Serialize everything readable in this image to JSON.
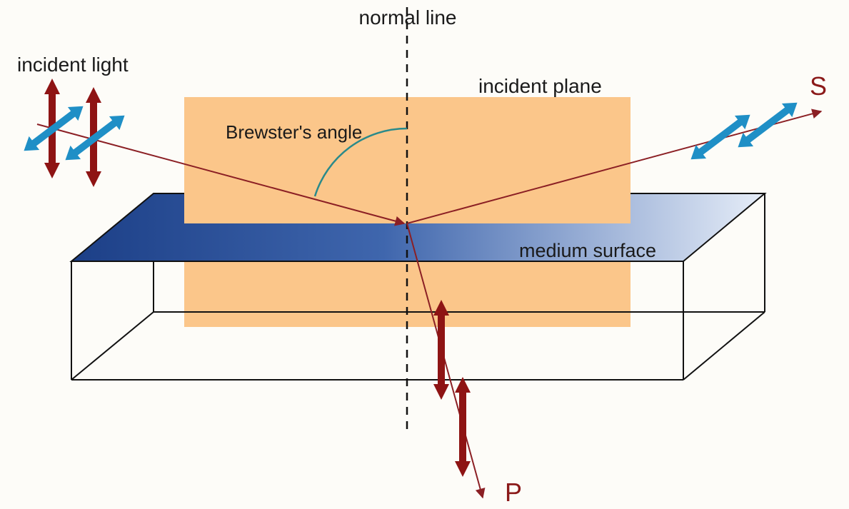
{
  "labels": {
    "normal_line": "normal line",
    "incident_light": "incident light",
    "incident_plane": "incident plane",
    "brewster_angle": "Brewster's angle",
    "medium_surface": "medium surface",
    "s_label": "S",
    "p_label": "P"
  },
  "colors": {
    "plane_fill": "#fbc68a",
    "surface_dark": "#1c3f87",
    "surface_light": "#e6edf8",
    "ray": "#8b1f24",
    "red_arrow": "#8e1414",
    "blue_arrow": "#1f8fc6",
    "angle_arc": "#2a8a8a",
    "box_edge": "#111111"
  }
}
